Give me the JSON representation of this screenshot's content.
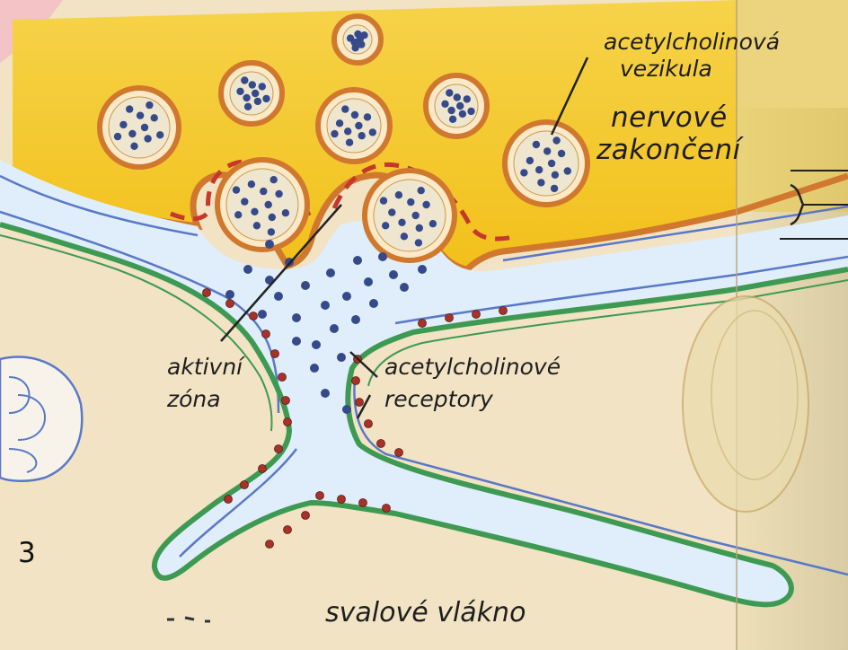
{
  "figure": {
    "number": "3"
  },
  "labels": {
    "vesicle_line1": "acetylcholinová",
    "vesicle_line2": "vezikula",
    "nerve_line1": "nervové",
    "nerve_line2": "zakončení",
    "active_line1": "aktivní",
    "active_line2": "zóna",
    "receptor_line1": "acetylcholinové",
    "receptor_line2": "receptory",
    "muscle": "svalové vlákno"
  },
  "colors": {
    "nerve_terminal": "#f7c81c",
    "nerve_membrane": "#d0782e",
    "synaptic_cleft": "#dfeefa",
    "cleft_line": "#5a78c8",
    "muscle_membrane": "#3e9a52",
    "muscle_fiber": "#f3e3c3",
    "receptor": "#a8322a",
    "acetylcholine": "#364a8a"
  }
}
